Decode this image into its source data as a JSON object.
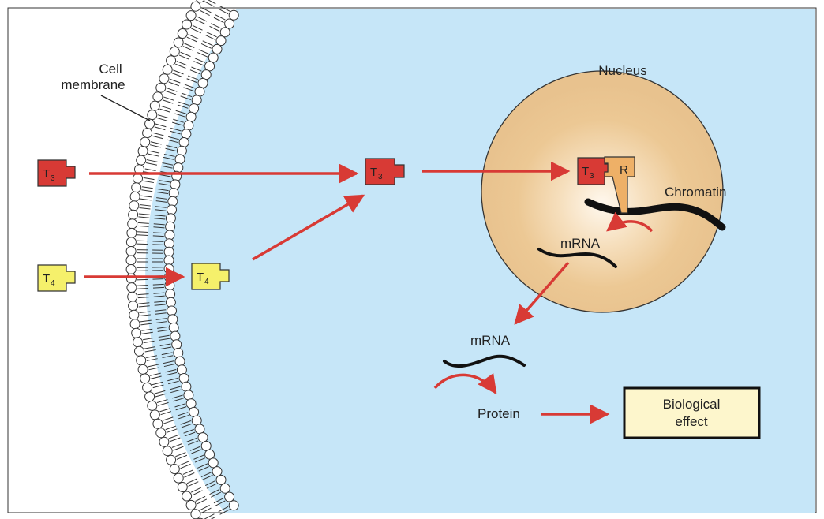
{
  "labels": {
    "cell_membrane_line1": "Cell",
    "cell_membrane_line2": "membrane",
    "nucleus": "Nucleus",
    "chromatin": "Chromatin",
    "mrna_nuclear": "mRNA",
    "mrna_cytoplasm": "mRNA",
    "protein": "Protein",
    "effect_line1": "Biological",
    "effect_line2": "effect"
  },
  "hormones": {
    "t3": {
      "letter": "T",
      "sub": "3",
      "color": "#d83a35"
    },
    "t4": {
      "letter": "T",
      "sub": "4",
      "color": "#f5f06b"
    },
    "receptor": "R"
  },
  "colors": {
    "cytoplasm": "#c6e6f8",
    "nucleus": "#ecc894",
    "nucleus_glow": "#fff6ea",
    "arrow": "#d83a35",
    "receptor": "#eeb067",
    "effect_box": "#fdf6cc"
  }
}
